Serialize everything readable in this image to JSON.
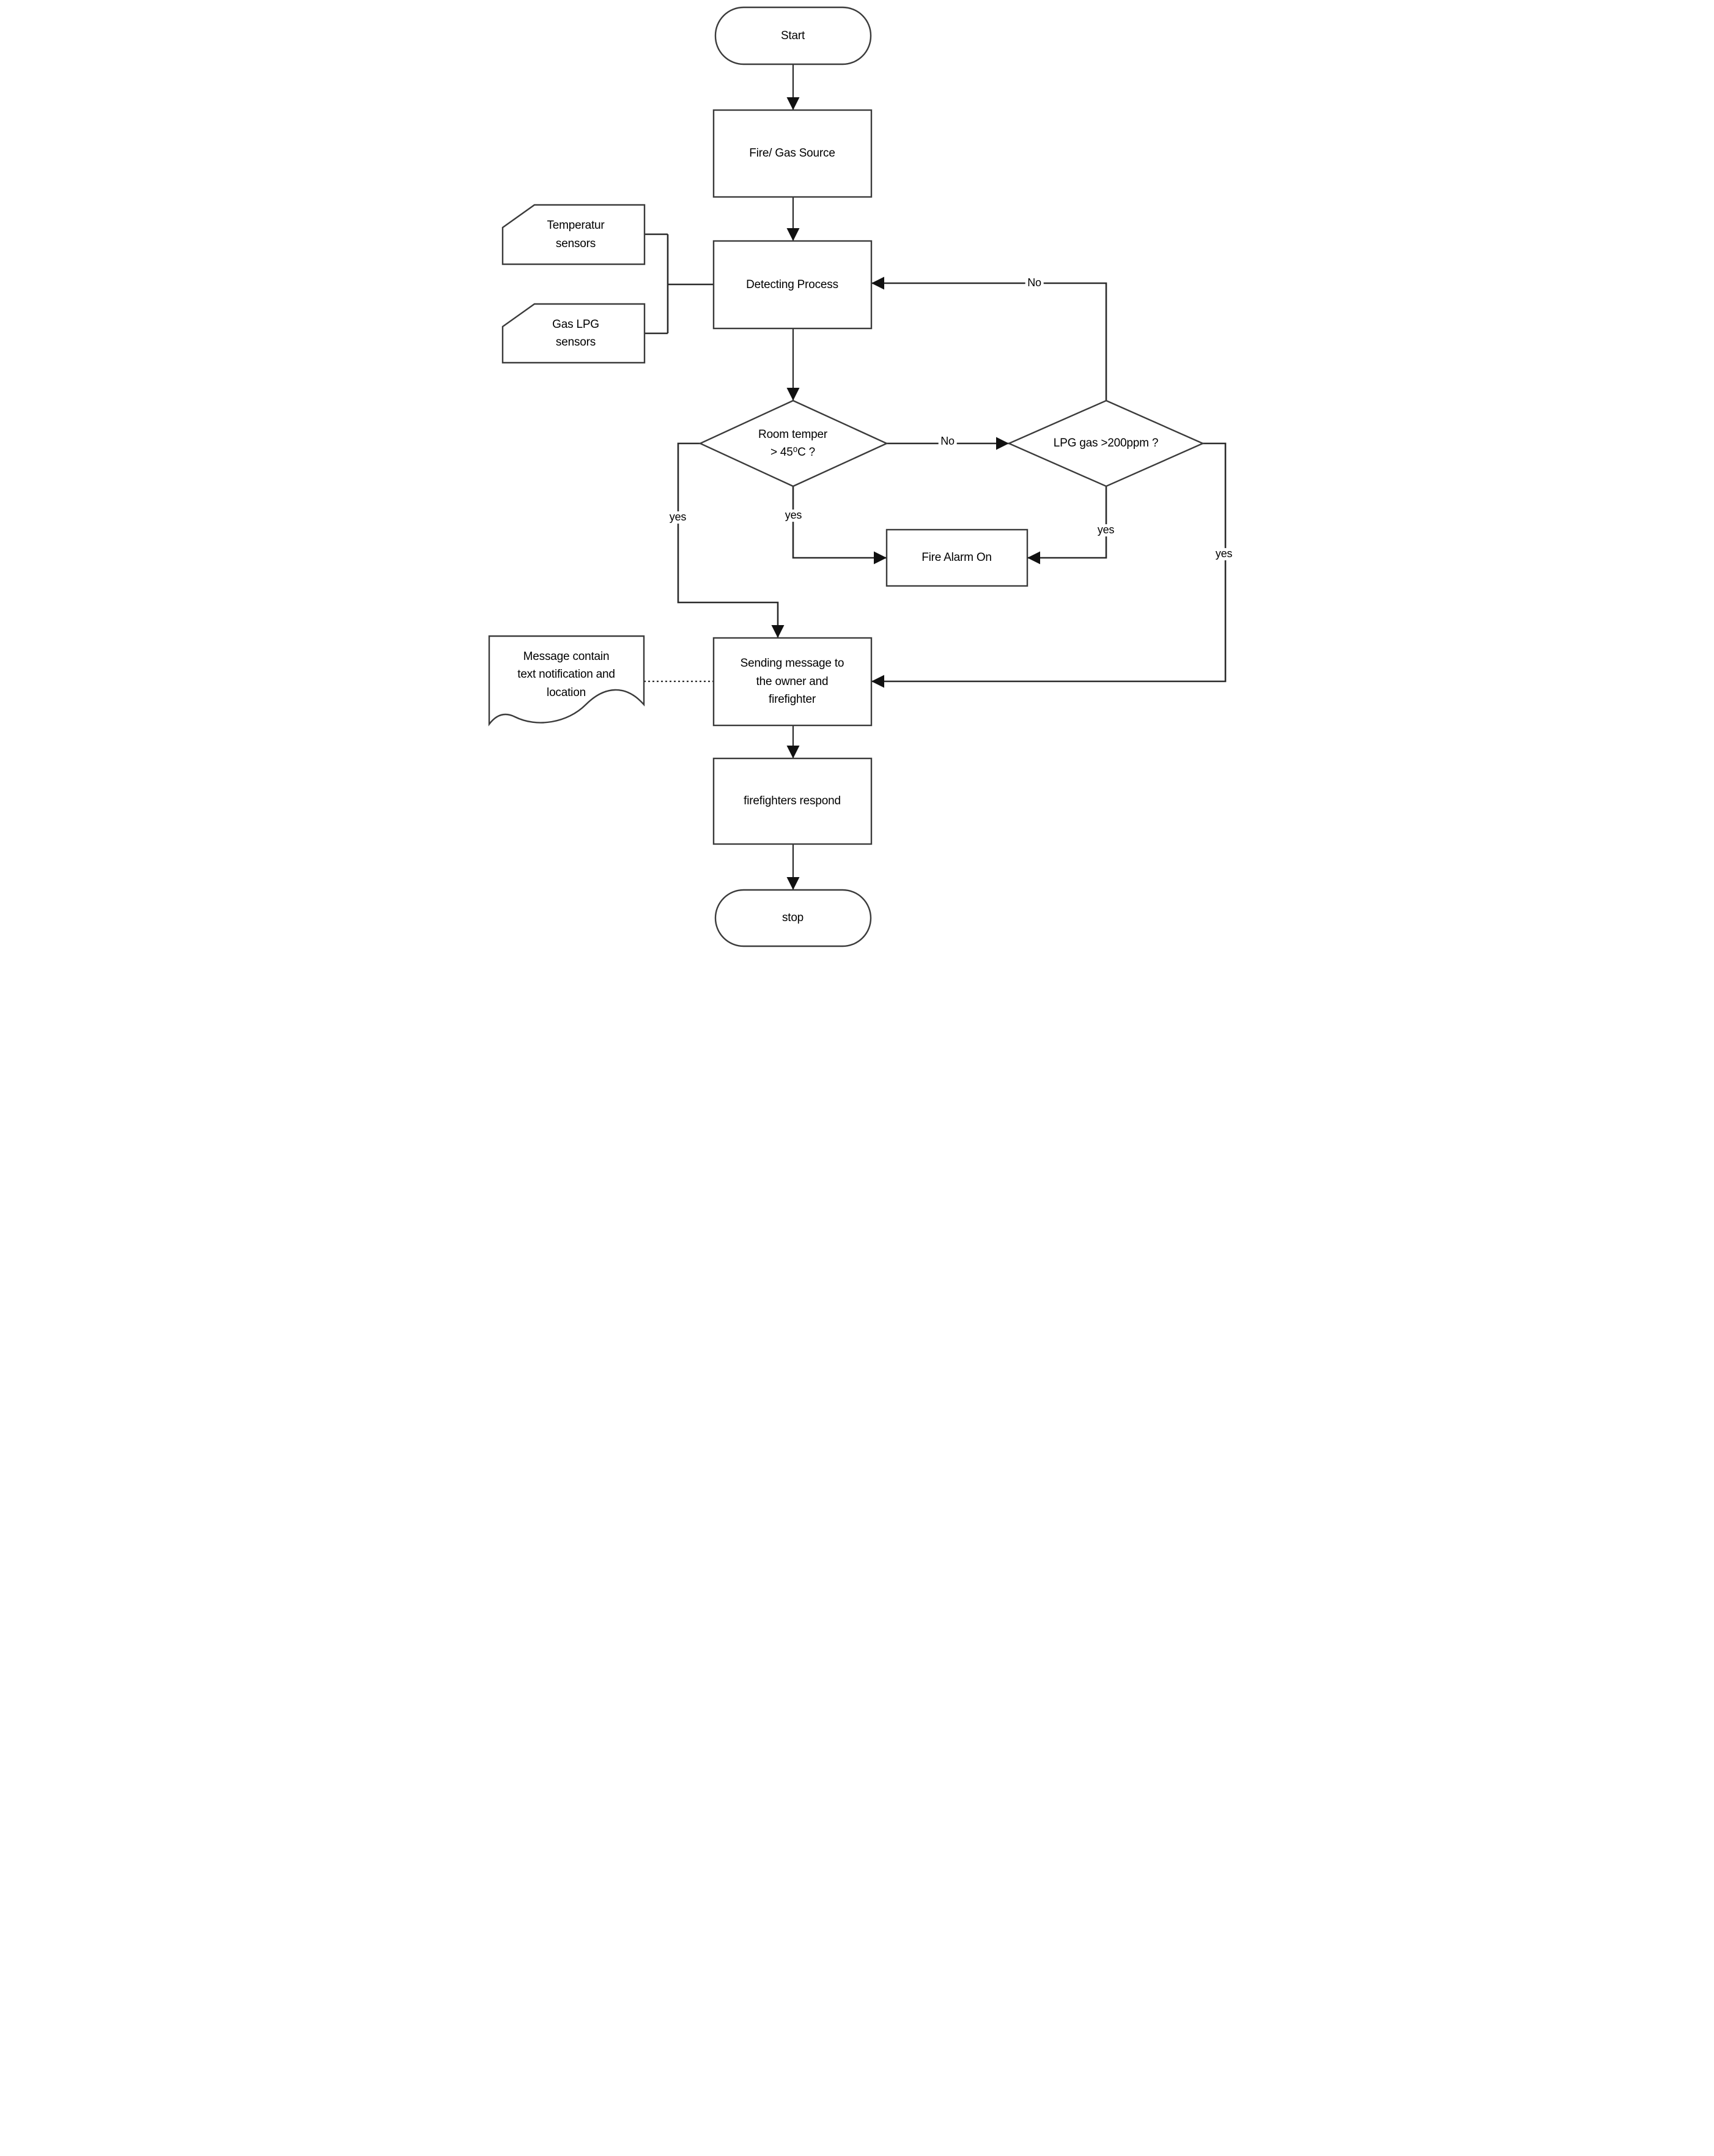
{
  "diagram": {
    "type": "flowchart",
    "colors": {
      "background": "#ffffff",
      "line": "#2b2b2b",
      "shape_border": "#3b3b3b",
      "text": "#000000",
      "arrowhead": "#111111"
    },
    "nodes": {
      "start": {
        "shape": "terminator",
        "label": "Start"
      },
      "fire_gas_source": {
        "shape": "process",
        "label": "Fire/ Gas Source"
      },
      "temperature_sensors": {
        "shape": "card",
        "label": "Temperatur\nsensors"
      },
      "gas_lpg_sensors": {
        "shape": "card",
        "label": "Gas LPG\nsensors"
      },
      "detecting_process": {
        "shape": "process",
        "label": "Detecting Process"
      },
      "room_temp_decision": {
        "shape": "decision",
        "label": "Room temper\n> 45⁰C ?"
      },
      "lpg_gas_decision": {
        "shape": "decision",
        "label": "LPG gas >200ppm ?"
      },
      "fire_alarm_on": {
        "shape": "process",
        "label": "Fire Alarm On"
      },
      "message_note": {
        "shape": "document",
        "label": "Message contain\ntext notification and\nlocation"
      },
      "sending_message": {
        "shape": "process",
        "label": "Sending message to\nthe owner and\nfirefighter"
      },
      "firefighters_respond": {
        "shape": "process",
        "label": "firefighters respond"
      },
      "stop": {
        "shape": "terminator",
        "label": "stop"
      }
    },
    "edge_labels": {
      "no_room_to_lpg": "No",
      "no_lpg_loop_to_detecting": "No",
      "yes_room_left": "yes",
      "yes_room_bottom": "yes",
      "yes_lpg_bottom": "yes",
      "yes_lpg_right": "yes"
    }
  }
}
